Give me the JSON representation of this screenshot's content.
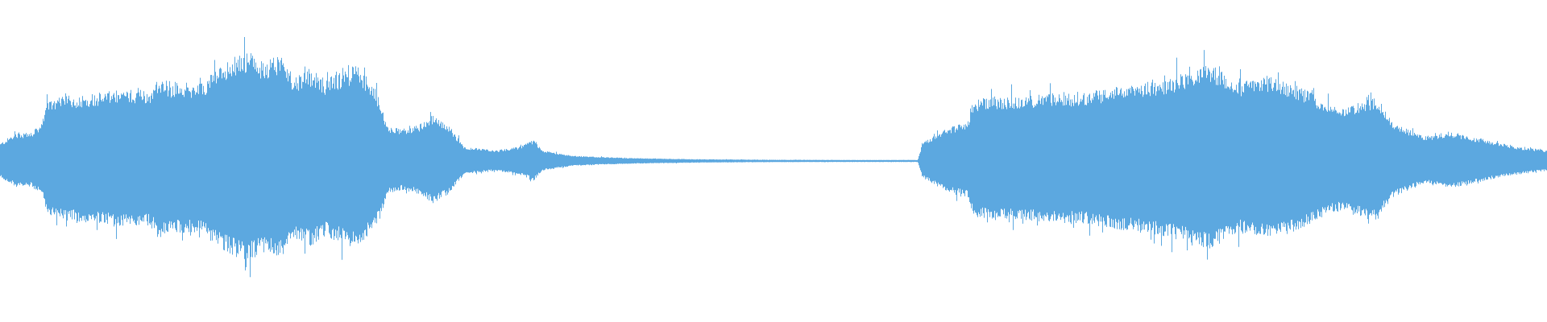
{
  "waveform": {
    "color": "#5ca8e0",
    "background": "#ffffff",
    "envelope_profile": [
      [
        0.0,
        0.1
      ],
      [
        0.01,
        0.16
      ],
      [
        0.02,
        0.16
      ],
      [
        0.028,
        0.22
      ],
      [
        0.03,
        0.34
      ],
      [
        0.04,
        0.36
      ],
      [
        0.06,
        0.38
      ],
      [
        0.08,
        0.4
      ],
      [
        0.098,
        0.4
      ],
      [
        0.102,
        0.48
      ],
      [
        0.11,
        0.44
      ],
      [
        0.13,
        0.44
      ],
      [
        0.14,
        0.52
      ],
      [
        0.15,
        0.58
      ],
      [
        0.16,
        0.62
      ],
      [
        0.168,
        0.56
      ],
      [
        0.18,
        0.6
      ],
      [
        0.19,
        0.48
      ],
      [
        0.2,
        0.52
      ],
      [
        0.21,
        0.46
      ],
      [
        0.22,
        0.5
      ],
      [
        0.23,
        0.54
      ],
      [
        0.24,
        0.44
      ],
      [
        0.246,
        0.34
      ],
      [
        0.25,
        0.2
      ],
      [
        0.26,
        0.18
      ],
      [
        0.27,
        0.2
      ],
      [
        0.28,
        0.26
      ],
      [
        0.29,
        0.2
      ],
      [
        0.3,
        0.08
      ],
      [
        0.32,
        0.06
      ],
      [
        0.335,
        0.08
      ],
      [
        0.345,
        0.12
      ],
      [
        0.35,
        0.06
      ],
      [
        0.37,
        0.03
      ],
      [
        0.39,
        0.022
      ],
      [
        0.41,
        0.016
      ],
      [
        0.45,
        0.01
      ],
      [
        0.5,
        0.007
      ],
      [
        0.55,
        0.006
      ],
      [
        0.593,
        0.006
      ],
      [
        0.596,
        0.1
      ],
      [
        0.61,
        0.18
      ],
      [
        0.625,
        0.22
      ],
      [
        0.629,
        0.34
      ],
      [
        0.64,
        0.36
      ],
      [
        0.66,
        0.36
      ],
      [
        0.68,
        0.38
      ],
      [
        0.7,
        0.38
      ],
      [
        0.72,
        0.42
      ],
      [
        0.74,
        0.44
      ],
      [
        0.76,
        0.48
      ],
      [
        0.78,
        0.54
      ],
      [
        0.79,
        0.5
      ],
      [
        0.8,
        0.44
      ],
      [
        0.82,
        0.48
      ],
      [
        0.84,
        0.42
      ],
      [
        0.86,
        0.32
      ],
      [
        0.87,
        0.3
      ],
      [
        0.88,
        0.34
      ],
      [
        0.89,
        0.36
      ],
      [
        0.9,
        0.22
      ],
      [
        0.92,
        0.14
      ],
      [
        0.94,
        0.16
      ],
      [
        0.96,
        0.12
      ],
      [
        0.98,
        0.08
      ],
      [
        1.0,
        0.06
      ]
    ]
  }
}
